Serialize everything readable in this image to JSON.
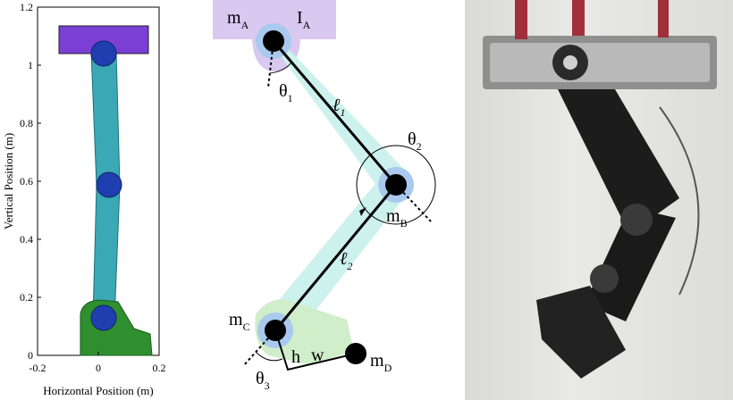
{
  "plot": {
    "xlabel": "Horizontal Position (m)",
    "ylabel": "Vertical Position (m)",
    "xticks": [
      -0.2,
      0,
      0.2
    ],
    "xtick_labels": [
      "-0.2",
      "0",
      "0.2"
    ],
    "yticks": [
      0,
      0.2,
      0.4,
      0.6,
      0.8,
      1,
      1.2
    ],
    "ytick_labels": [
      "0",
      "0.2",
      "0.4",
      "0.6",
      "0.8",
      "1",
      "1.2"
    ],
    "xlim": [
      -0.2,
      0.2
    ],
    "ylim": [
      0,
      1.2
    ],
    "colors": {
      "hip_block": "#7b3fd6",
      "link": "#3aa9b5",
      "foot": "#2f8f2f",
      "joint": "#1f3fb0"
    }
  },
  "diagram": {
    "labels": {
      "mA": "m",
      "mA_sub": "A",
      "IA": "I",
      "IA_sub": "A",
      "theta1": "θ",
      "theta1_sub": "1",
      "theta2": "θ",
      "theta2_sub": "2",
      "theta3": "θ",
      "theta3_sub": "3",
      "l1": "ℓ",
      "l1_sub": "1",
      "l2": "ℓ",
      "l2_sub": "2",
      "mB": "m",
      "mB_sub": "B",
      "mC": "m",
      "mC_sub": "C",
      "mD": "m",
      "mD_sub": "D",
      "h": "h",
      "w": "w"
    },
    "colors": {
      "hip_box": "#d9c8f0",
      "link_band": "#cdf1ec",
      "joint_halo": "#a9c9ee",
      "foot_area": "#cfeec9"
    }
  },
  "photo": {
    "description_icon": "robot-leg-photo"
  }
}
